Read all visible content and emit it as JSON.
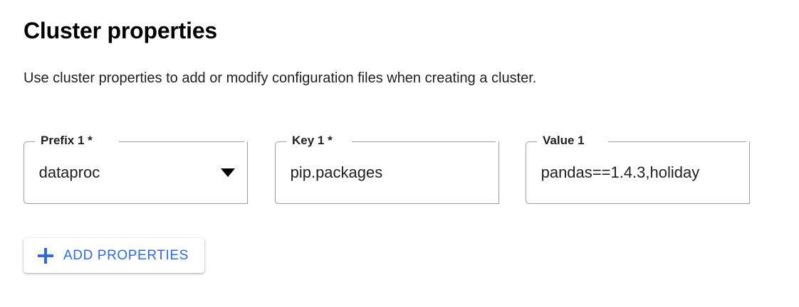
{
  "page": {
    "title": "Cluster properties",
    "description": "Use cluster properties to add or modify configuration files when creating a cluster."
  },
  "fields": [
    {
      "name": "prefix",
      "label": "Prefix 1 *",
      "value": "dataproc",
      "type": "select",
      "required": true,
      "icon": "chevron-down-icon"
    },
    {
      "name": "key",
      "label": "Key 1 *",
      "value": "pip.packages",
      "type": "text",
      "required": true
    },
    {
      "name": "value",
      "label": "Value 1",
      "value": "pandas==1.4.3,holiday",
      "type": "text",
      "required": false
    }
  ],
  "actions": {
    "add_properties": {
      "label": "ADD PROPERTIES",
      "icon": "plus-icon"
    }
  },
  "colors": {
    "accent_blue": "#3367d6",
    "text_primary": "#202124",
    "field_border": "#9aa0a6",
    "background": "#ffffff"
  }
}
